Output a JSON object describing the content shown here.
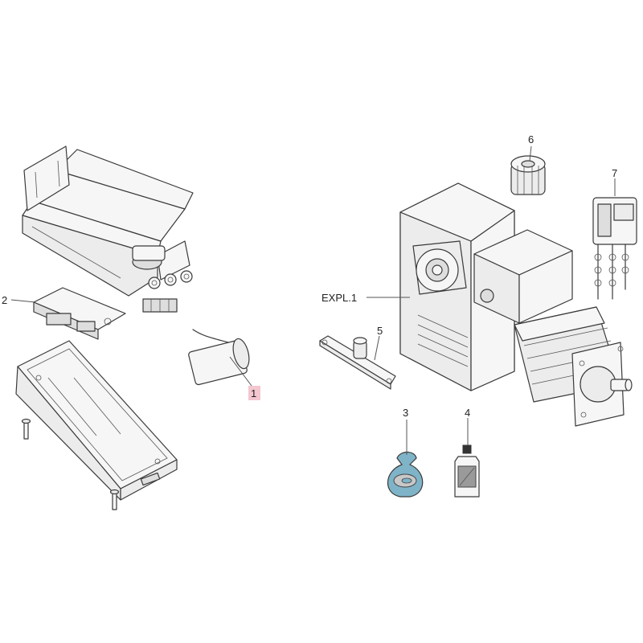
{
  "callouts": {
    "c1": "1",
    "c2": "2",
    "c3": "3",
    "c4": "4",
    "c5": "5",
    "c6": "6",
    "c7": "7",
    "expl": "EXPL.1"
  },
  "colors": {
    "highlight": "#f4c6d0",
    "line": "#3a3a3a",
    "bag": "#7fb4c8",
    "bottle_label": "#9a9a9a"
  },
  "icons": [
    "control-box-icon",
    "circuit-board-icon",
    "capacitor-icon",
    "base-housing-icon",
    "screw-icon",
    "gear-motor-icon",
    "sprocket-icon",
    "limit-switch-icon",
    "release-lever-icon",
    "parts-bag-icon",
    "oil-bottle-icon"
  ]
}
